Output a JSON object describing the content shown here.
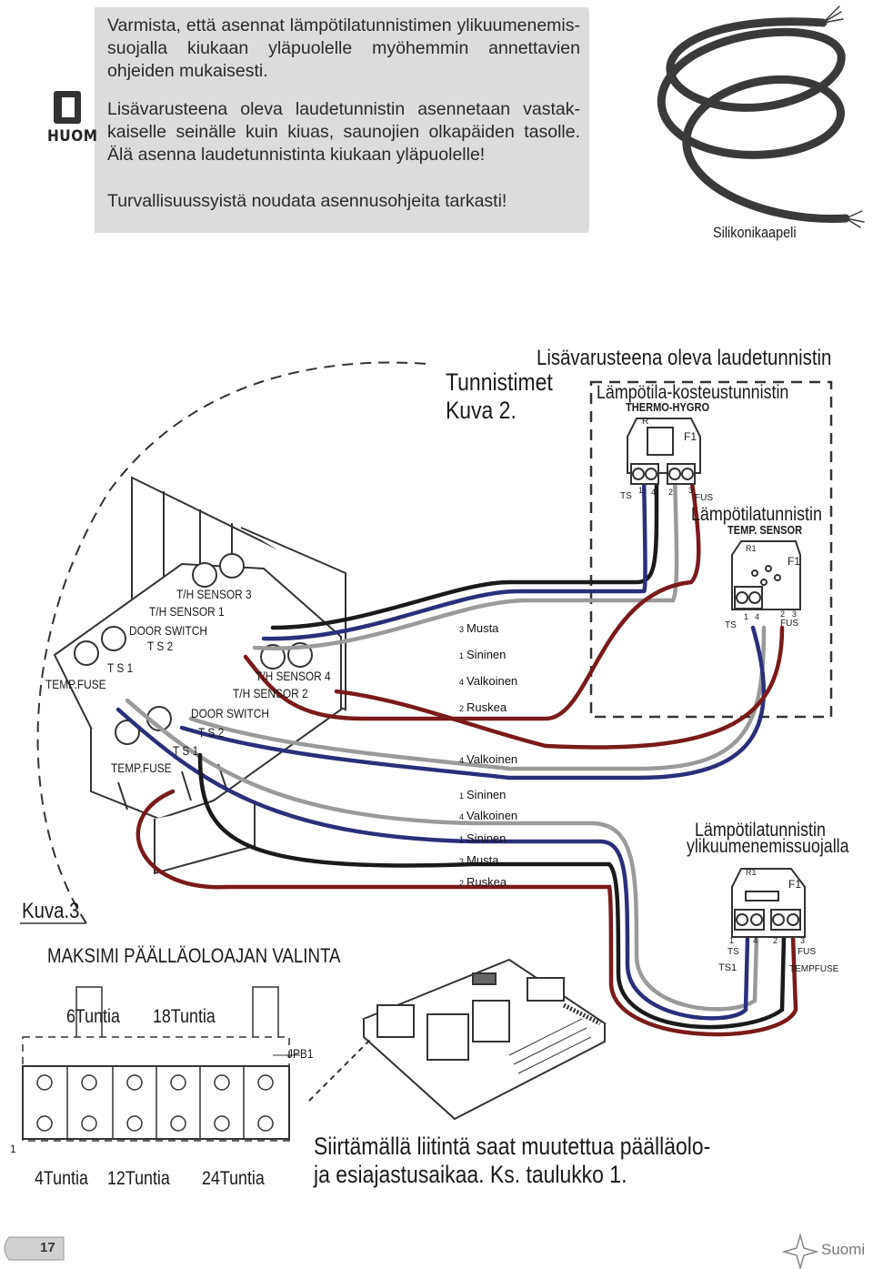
{
  "note": {
    "label": "HUOM",
    "p1": "Varmista, että asennat lämpötilatunnistimen ylikuumenemis­suojalla kiukaan yläpuolelle myöhemmin annettavien ohjeiden mukaisesti.",
    "p2": "Lisävarusteena oleva laudetunnistin asennetaan vastak­kaiselle seinälle kuin kiuas, saunojien olkapäiden tasolle. Älä asenna laudetunnistinta kiukaan yläpuolelle!",
    "p3": "Turvallisuussyistä noudata asennusohjeita tarkasti!"
  },
  "cable_label": "Silikonikaapeli",
  "sensors": {
    "title": "Tunnistimet",
    "figure": "Kuva 2.",
    "optional_title": "Lisävarusteena oleva laudetunnistin",
    "humidity_title": "Lämpötila-kosteustunnistin",
    "humidity_code": "THERMO-HYGRO",
    "temp_title": "Lämpötilatunnistin",
    "temp_code": "TEMP. SENSOR",
    "overheat_title_1": "Lämpötilatunnistin",
    "overheat_title_2": "ylikuumenemissuojalla"
  },
  "board_labels": {
    "r": "R",
    "r1": "R1",
    "f1": "F1",
    "ts": "TS",
    "fus": "FUS",
    "n1": "1",
    "n2": "2",
    "n3": "3",
    "n4": "4",
    "ts1": "TS1",
    "tempfuse": "TEMPFUSE"
  },
  "connector_labels": {
    "th3": "T/H SENSOR 3",
    "th1": "T/H SENSOR 1",
    "door1": "DOOR SWITCH",
    "ts2a": "T S 2",
    "ts1a": "T S 1",
    "fuse1": "TEMP.FUSE",
    "th4": "T/H SENSOR 4",
    "th2": "T/H SENSOR 2",
    "door2": "DOOR SWITCH",
    "ts2b": "T S 2",
    "ts1b": "T S 1",
    "fuse2": "TEMP.FUSE"
  },
  "wires_group1": [
    {
      "num": "3",
      "name": "Musta"
    },
    {
      "num": "1",
      "name": "Sininen"
    },
    {
      "num": "4",
      "name": "Valkoinen"
    },
    {
      "num": "2",
      "name": "Ruskea"
    }
  ],
  "wire_single": {
    "num": "4",
    "name": "Valkoinen"
  },
  "wires_group2": [
    {
      "num": "1",
      "name": "Sininen"
    },
    {
      "num": "4",
      "name": "Valkoinen"
    },
    {
      "num": "1",
      "name": "Sininen"
    },
    {
      "num": "3",
      "name": "Musta"
    },
    {
      "num": "2",
      "name": "Ruskea"
    }
  ],
  "figure3": "Kuva.3",
  "max_time": {
    "title": "MAKSIMI PÄÄLLÄOLOAJAN VALINTA",
    "t6": "6Tuntia",
    "t18": "18Tuntia",
    "jpb": "JPB1",
    "pin1": "1",
    "t4": "4Tuntia",
    "t12": "12Tuntia",
    "t24": "24Tuntia"
  },
  "instruction_1": "Siirtämällä liitintä saat muutettua päälläolo-",
  "instruction_2": "ja esiajastusaikaa. Ks. taulukko 1.",
  "footer": {
    "page": "17",
    "language": "Suomi"
  },
  "colors": {
    "black": "#1a1a1a",
    "blue": "#2a2f7a",
    "white_wire": "#9a9a9a",
    "brown": "#7a1a1a",
    "note_bg": "#dcdcdc"
  }
}
